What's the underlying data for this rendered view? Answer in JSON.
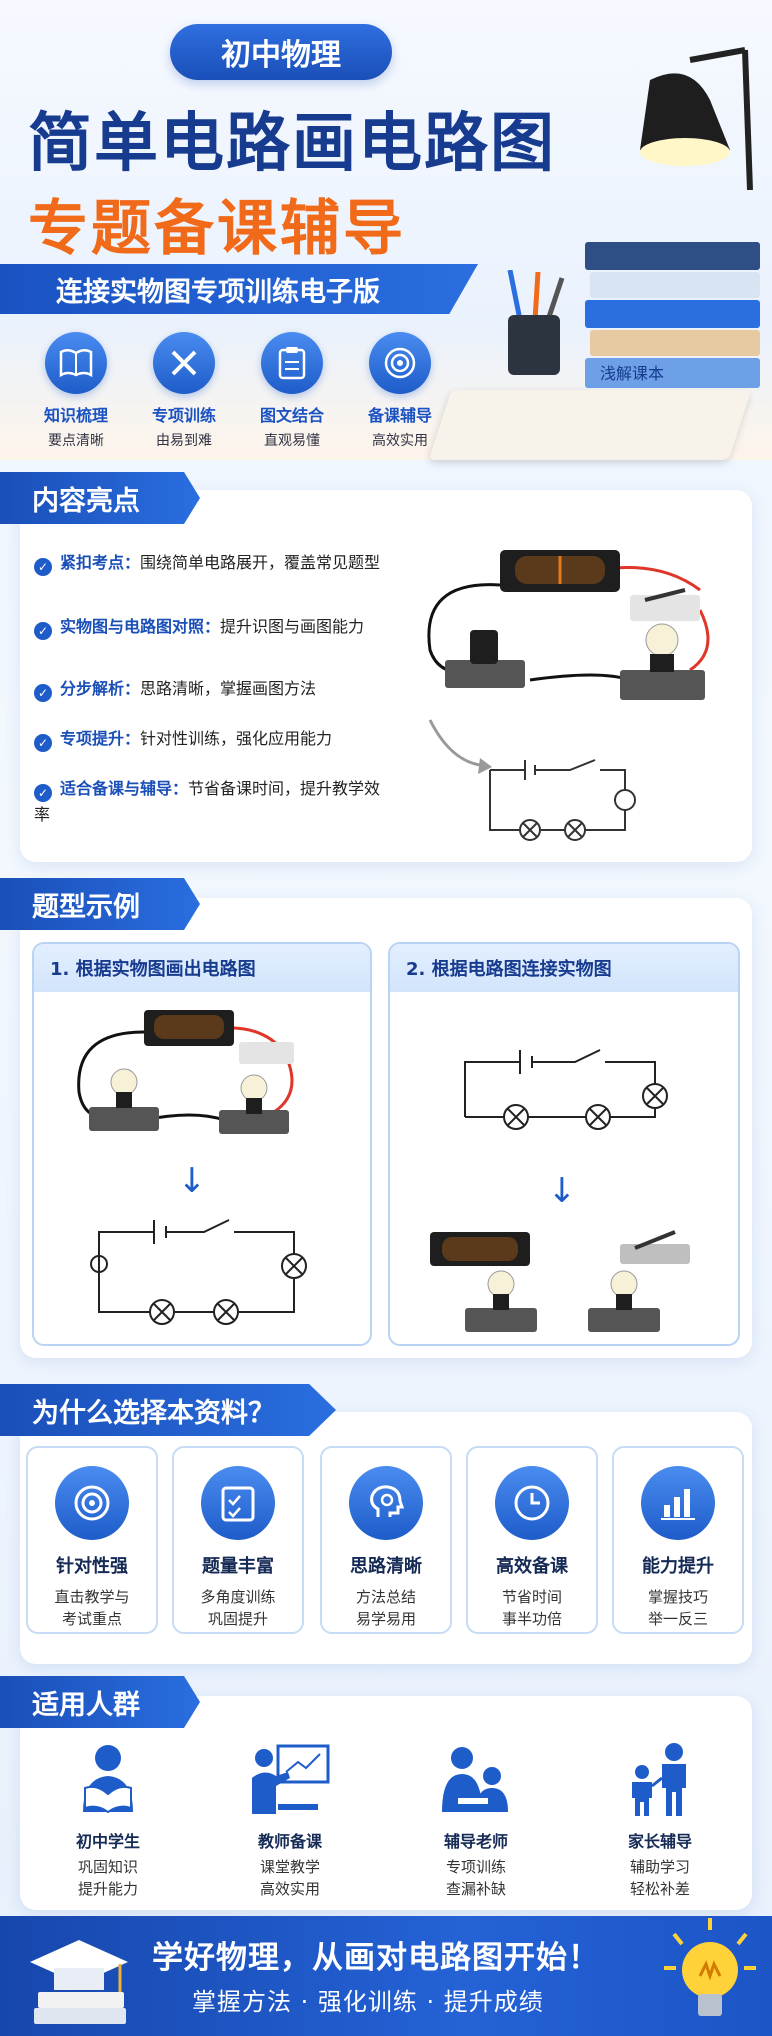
{
  "hero": {
    "pill": "初中物理",
    "title_line1": "简单电路画电路图",
    "title_line2": "专题备课辅导",
    "banner": "连接实物图专项训练电子版",
    "features": [
      {
        "icon": "book-icon",
        "title": "知识梳理",
        "sub": "要点清晰"
      },
      {
        "icon": "pencil-ruler-icon",
        "title": "专项训练",
        "sub": "由易到难"
      },
      {
        "icon": "clipboard-icon",
        "title": "图文结合",
        "sub": "直观易懂"
      },
      {
        "icon": "target-icon",
        "title": "备课辅导",
        "sub": "高效实用"
      }
    ],
    "book_spine": "浅解课本"
  },
  "highlights": {
    "heading": "内容亮点",
    "items": [
      {
        "key": "紧扣考点：",
        "text": "围绕简单电路展开，覆盖常见题型"
      },
      {
        "key": "实物图与电路图对照：",
        "text": "提升识图与画图能力"
      },
      {
        "key": "分步解析：",
        "text": "思路清晰，掌握画图方法"
      },
      {
        "key": "专项提升：",
        "text": "针对性训练，强化应用能力"
      },
      {
        "key": "适合备课与辅导：",
        "text": "节省备课时间，提升教学效率"
      }
    ]
  },
  "examples": {
    "heading": "题型示例",
    "card1_title": "1. 根据实物图画出电路图",
    "card2_title": "2. 根据电路图连接实物图"
  },
  "why": {
    "heading": "为什么选择本资料？",
    "cards": [
      {
        "icon": "target-icon",
        "title": "针对性强",
        "line1": "直击教学与",
        "line2": "考试重点"
      },
      {
        "icon": "checklist-icon",
        "title": "题量丰富",
        "line1": "多角度训练",
        "line2": "巩固提升"
      },
      {
        "icon": "brain-gear-icon",
        "title": "思路清晰",
        "line1": "方法总结",
        "line2": "易学易用"
      },
      {
        "icon": "clock-icon",
        "title": "高效备课",
        "line1": "节省时间",
        "line2": "事半功倍"
      },
      {
        "icon": "bar-chart-icon",
        "title": "能力提升",
        "line1": "掌握技巧",
        "line2": "举一反三"
      }
    ]
  },
  "audience": {
    "heading": "适用人群",
    "items": [
      {
        "icon": "student-reading-icon",
        "title": "初中学生",
        "line1": "巩固知识",
        "line2": "提升能力"
      },
      {
        "icon": "teacher-board-icon",
        "title": "教师备课",
        "line1": "课堂教学",
        "line2": "高效实用"
      },
      {
        "icon": "tutor-student-icon",
        "title": "辅导老师",
        "line1": "专项训练",
        "line2": "查漏补缺"
      },
      {
        "icon": "parent-child-icon",
        "title": "家长辅导",
        "line1": "辅助学习",
        "line2": "轻松补差"
      }
    ]
  },
  "footer": {
    "line1": "学好物理，从画对电路图开始！",
    "line2": "掌握方法 · 强化训练 · 提升成绩"
  },
  "colors": {
    "primary": "#1a4fb8",
    "accent": "#f06a1a",
    "wire_red": "#e0362a"
  }
}
